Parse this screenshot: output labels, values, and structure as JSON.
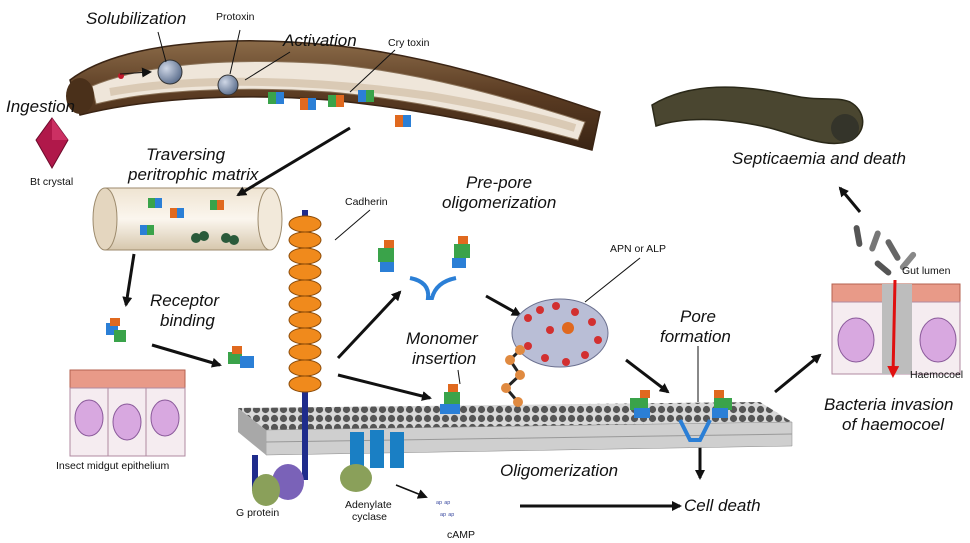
{
  "labels": {
    "solubilization": "Solubilization",
    "protoxin": "Protoxin",
    "activation": "Activation",
    "cry_toxin": "Cry toxin",
    "ingestion": "Ingestion",
    "bt_crystal": "Bt crystal",
    "traversing_1": "Traversing",
    "traversing_2": "peritrophic matrix",
    "cadherin": "Cadherin",
    "prepore_1": "Pre-pore",
    "prepore_2": "oligomerization",
    "apn_alp": "APN or ALP",
    "receptor_1": "Receptor",
    "receptor_2": "binding",
    "monomer_1": "Monomer",
    "monomer_2": "insertion",
    "pore_1": "Pore",
    "pore_2": "formation",
    "insect_epithelium": "Insect midgut epithelium",
    "oligomerization": "Oligomerization",
    "g_protein": "G protein",
    "adenylate_1": "Adenylate",
    "adenylate_2": "cyclase",
    "camp": "cAMP",
    "cell_death": "Cell death",
    "septicaemia": "Septicaemia and death",
    "gut_lumen": "Gut lumen",
    "haemocoel": "Haemocoel",
    "bacteria_1": "Bacteria invasion",
    "bacteria_2": "of haemocoel"
  },
  "colors": {
    "arrow": "#111111",
    "bacteria_arrow": "#e01010",
    "cadherin_body": "#f08a1c",
    "crystal": "#b0184a",
    "membrane_head": "#6e6e6e",
    "larva": "#6b4a2a"
  }
}
